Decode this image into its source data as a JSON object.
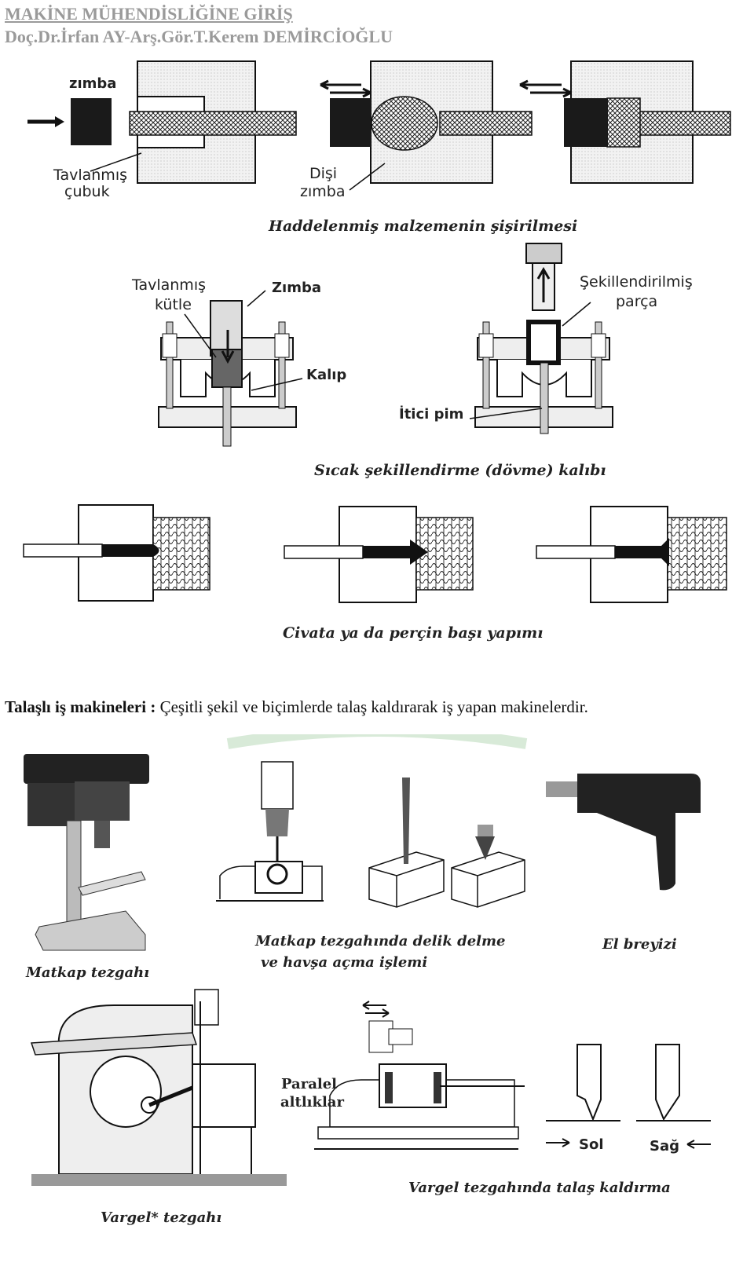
{
  "header": {
    "title": "MAKİNE MÜHENDİSLİĞİNE GİRİŞ",
    "authors": "Doç.Dr.İrfan AY-Arş.Gör.T.Kerem DEMİRCİOĞLU"
  },
  "fig_upset": {
    "label_punch": "zımba",
    "label_bar_1": "Tavlanmış",
    "label_bar_2": "çubuk",
    "label_die_1": "Dişi",
    "label_die_2": "zımba",
    "caption": "Haddelenmiş malzemenin şişirilmesi"
  },
  "fig_forge": {
    "label_mass_1": "Tavlanmış",
    "label_mass_2": "kütle",
    "label_punch": "Zımba",
    "label_die": "Kalıp",
    "label_part_1": "Şekillendirilmiş",
    "label_part_2": "parça",
    "label_ejector": "İtici pim",
    "caption": "Sıcak şekillendirme (dövme) kalıbı"
  },
  "fig_rivet": {
    "caption": "Civata ya da perçin başı yapımı"
  },
  "section": {
    "term": "Talaşlı iş makineleri :",
    "definition": " Çeşitli şekil ve biçimlerde talaş kaldırarak iş yapan makinelerdir."
  },
  "fig_machines": {
    "cap_drill_press": "Matkap tezgahı",
    "cap_drilling_1": "Matkap tezgahında delik delme",
    "cap_drilling_2": "ve havşa açma işlemi",
    "cap_hand_drill": "El breyizi",
    "cap_shaper": "Vargel* tezgahı",
    "label_parallels_1": "Paralel",
    "label_parallels_2": "altlıklar",
    "label_left": "Sol",
    "label_right": "Sağ",
    "cap_shaper_cutting": "Vargel tezgahında talaş kaldırma"
  }
}
